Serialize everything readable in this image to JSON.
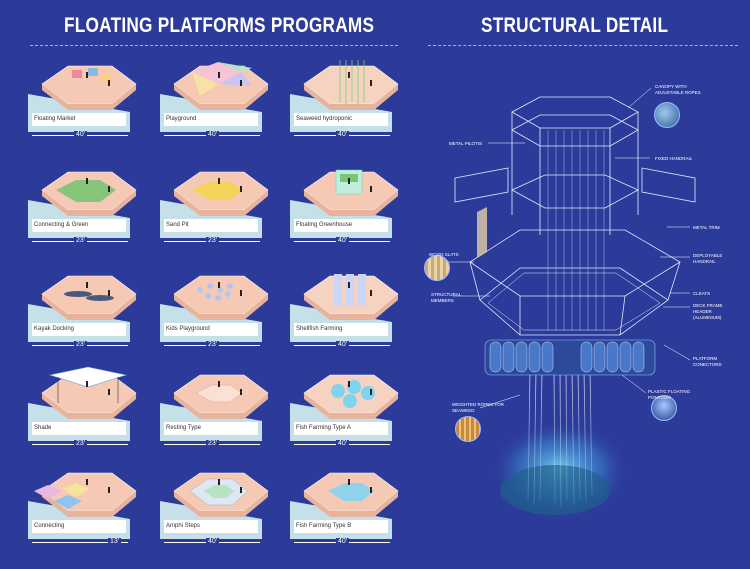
{
  "header": {
    "left_title": "FLOATING PLATFORMS PROGRAMS",
    "right_title": "STRUCTURAL DETAIL"
  },
  "programs": [
    {
      "label": "Floating Market",
      "dim": "40'",
      "kind": "market"
    },
    {
      "label": "Playground",
      "dim": "40'",
      "kind": "playground"
    },
    {
      "label": "Seaweed hydroponic",
      "dim": "40'",
      "kind": "seaweed"
    },
    {
      "label": "Connecting & Green",
      "dim": "23'",
      "kind": "green"
    },
    {
      "label": "Sand Pit",
      "dim": "23'",
      "kind": "sand"
    },
    {
      "label": "Floating Greenhouse",
      "dim": "40'",
      "kind": "greenhouse"
    },
    {
      "label": "Kayak Docking",
      "dim": "23'",
      "kind": "kayak"
    },
    {
      "label": "Kids Playground",
      "dim": "23'",
      "kind": "kids"
    },
    {
      "label": "Shellfish Farming",
      "dim": "40'",
      "kind": "shellfish"
    },
    {
      "label": "Shade",
      "dim": "23'",
      "kind": "shade"
    },
    {
      "label": "Resting Type",
      "dim": "23'",
      "kind": "resting"
    },
    {
      "label": "Fish Farming Type A",
      "dim": "40'",
      "kind": "fisha"
    },
    {
      "label": "Connecting",
      "dim": "13'",
      "kind": "connecting"
    },
    {
      "label": "Amphi Steps",
      "dim": "40'",
      "kind": "amphi"
    },
    {
      "label": "Fish Farming Type B",
      "dim": "40'",
      "kind": "fishb"
    }
  ],
  "callouts": {
    "canopy": "CANOPY WITH ADJUSTABLE ROPES",
    "pilotis": "METAL PILOTIS",
    "fixed_handrail": "FIXED HANDRAIL",
    "metal_trim": "METAL TRIM",
    "wood_slats": "WOOD SLATS",
    "deployable": "DEPLOYABLE HANDRAIL",
    "structural": "STRUCTURAL MEMBERS",
    "cleats": "CLEATS",
    "deck_frame": "DECK FRAME HEADER (ALUMINIUM)",
    "platform_conn": "PLATFORM CONECTORS",
    "pontoon": "PLASTIC FLOATING PONTOON",
    "weighted": "WEIGHTED ROPES FOR SEAWEED"
  },
  "colors": {
    "background": "#2c3a9a",
    "deck": "#f6c9b4",
    "water": "#cfe9ee"
  }
}
